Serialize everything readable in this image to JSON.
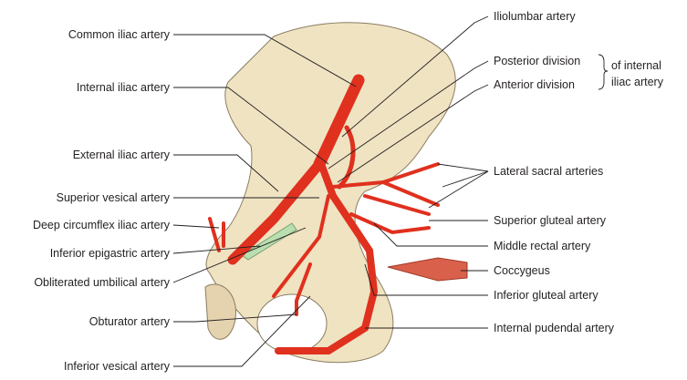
{
  "left_labels": {
    "common_iliac": "Common iliac artery",
    "internal_iliac": "Internal iliac artery",
    "external_iliac": "External iliac artery",
    "superior_vesical": "Superior vesical artery",
    "deep_circumflex_iliac": "Deep circumflex iliac artery",
    "inferior_epigastric": "Inferior epigastric artery",
    "obliterated_umbilical": "Obliterated umbilical artery",
    "obturator": "Obturator artery",
    "inferior_vesical": "Inferior vesical artery"
  },
  "right_labels": {
    "iliolumbar": "Iliolumbar artery",
    "posterior_division": "Posterior division",
    "anterior_division": "Anterior division",
    "of_internal_line1": "of internal",
    "of_internal_line2": "iliac artery",
    "lateral_sacral": "Lateral sacral arteries",
    "superior_gluteal": "Superior gluteal artery",
    "middle_rectal": "Middle rectal artery",
    "coccygeus": "Coccygeus",
    "inferior_gluteal": "Inferior gluteal artery",
    "internal_pudendal": "Internal pudendal artery"
  },
  "colors": {
    "artery": "#e0301e",
    "bone": "#efe3c2",
    "muscle": "#d9604a",
    "epigastric": "#b9dfb0"
  }
}
